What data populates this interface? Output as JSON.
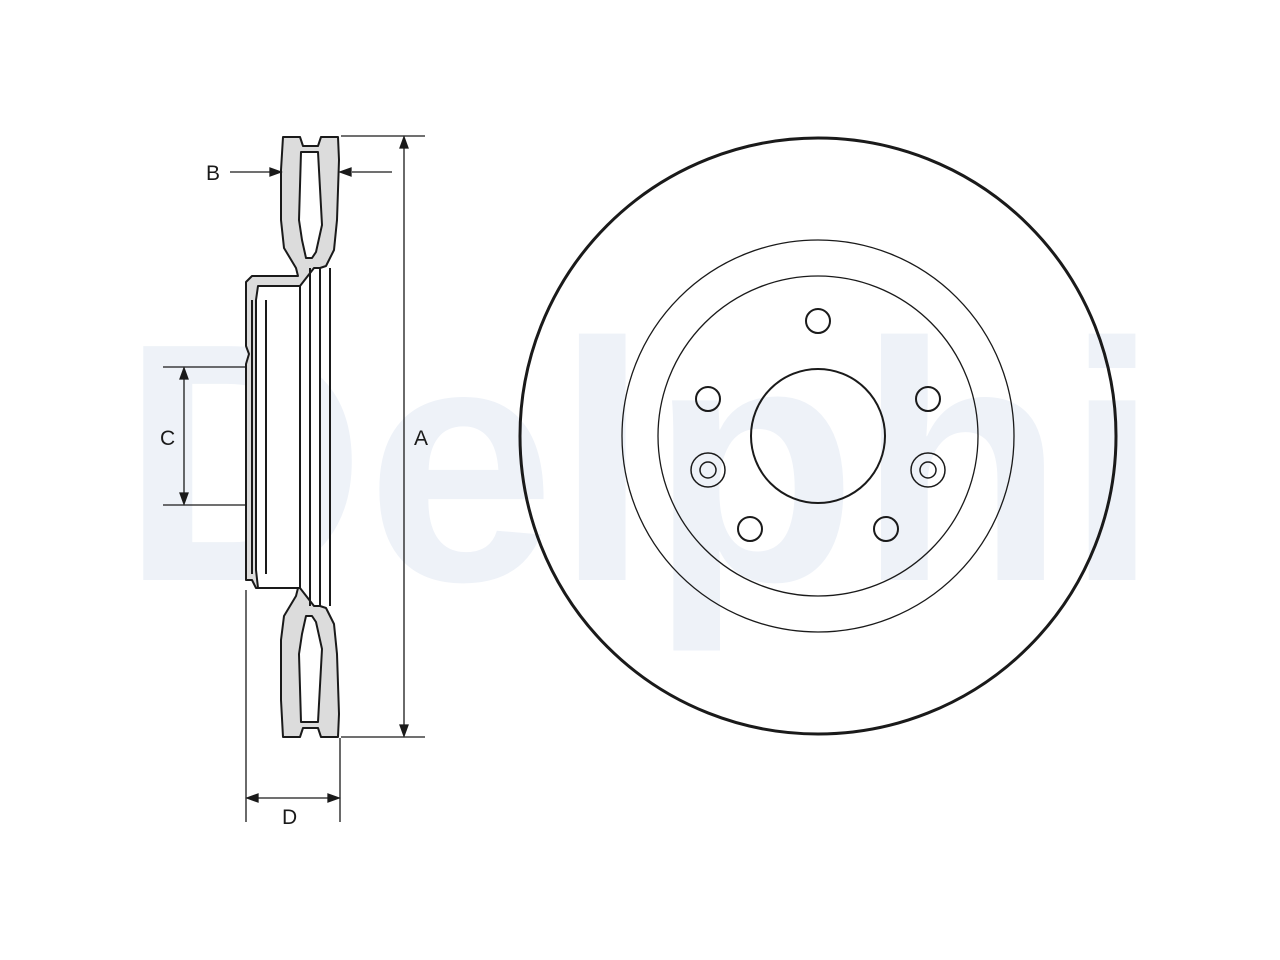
{
  "watermark": {
    "text": "Delphi",
    "color": "#eef2f8"
  },
  "dimensions": {
    "a": "A",
    "b": "B",
    "c": "C",
    "d": "D"
  },
  "colors": {
    "line": "#1a1a1a",
    "section_fill": "#dcdcdc",
    "background": "#ffffff"
  },
  "front_view": {
    "outer_rings": 2,
    "bolt_holes": 5,
    "threaded_holes": 2
  }
}
